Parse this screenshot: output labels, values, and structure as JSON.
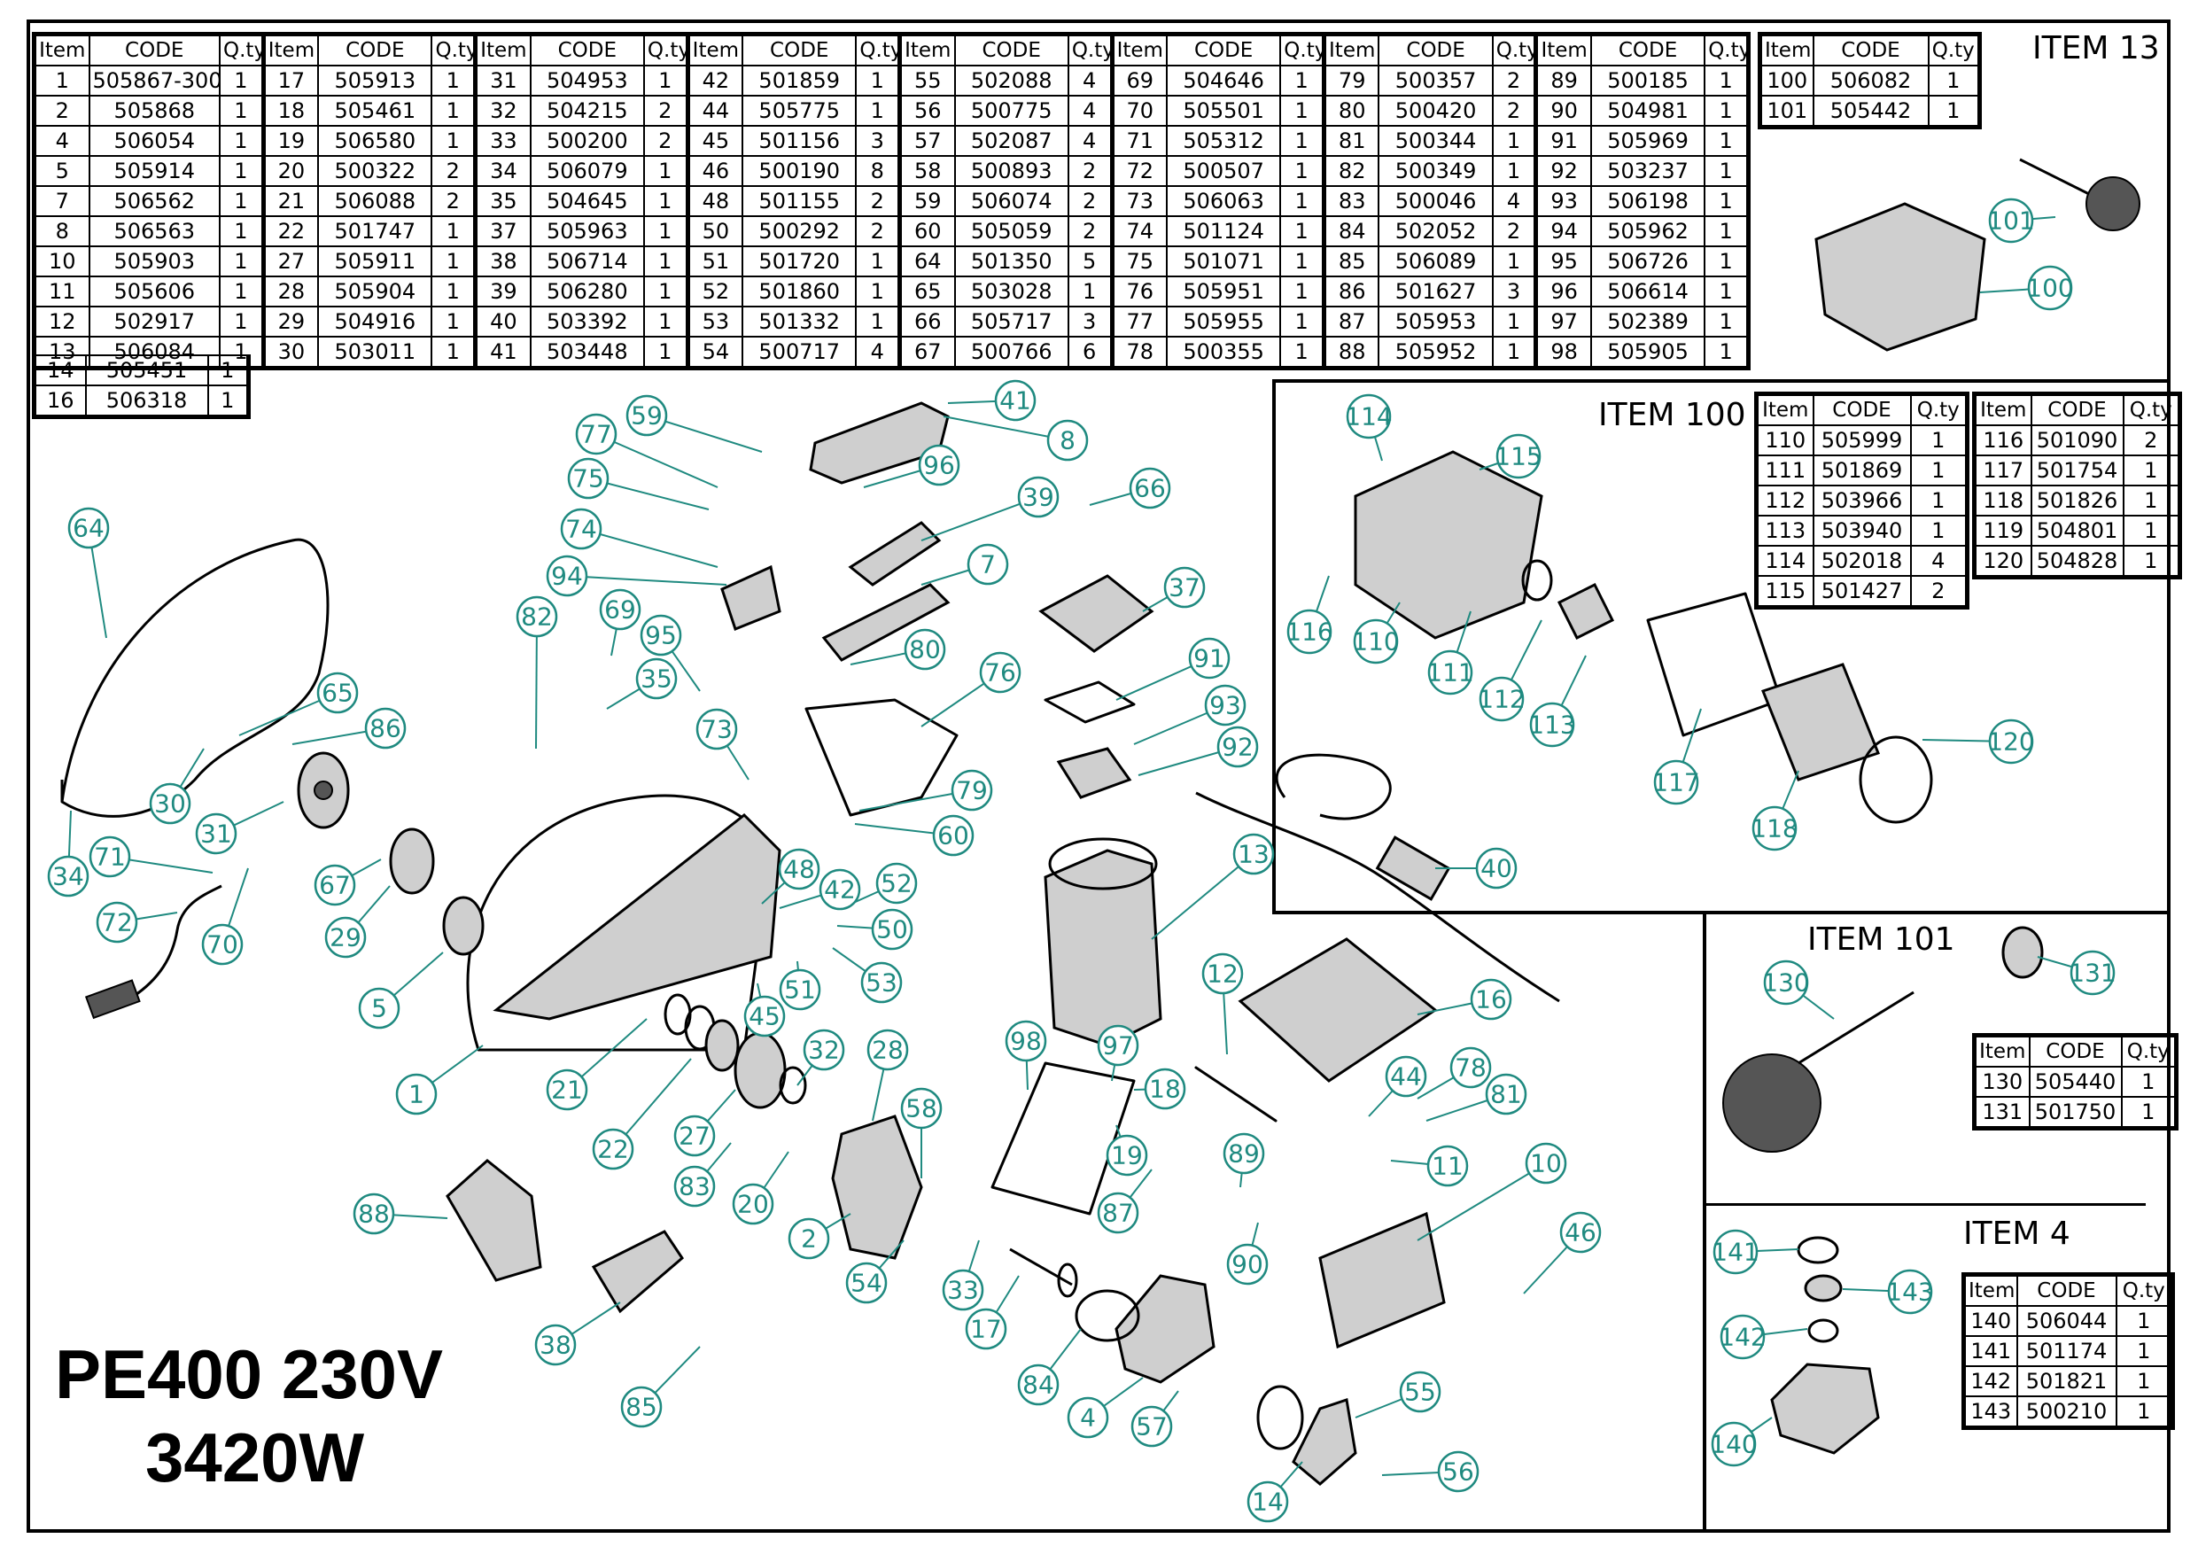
{
  "header": {
    "col_item": "Item",
    "col_code": "CODE",
    "col_qty": "Q.ty"
  },
  "main_table": {
    "groups": [
      [
        [
          "1",
          "505867-3000",
          "1"
        ],
        [
          "2",
          "505868",
          "1"
        ],
        [
          "4",
          "506054",
          "1"
        ],
        [
          "5",
          "505914",
          "1"
        ],
        [
          "7",
          "506562",
          "1"
        ],
        [
          "8",
          "506563",
          "1"
        ],
        [
          "10",
          "505903",
          "1"
        ],
        [
          "11",
          "505606",
          "1"
        ],
        [
          "12",
          "502917",
          "1"
        ],
        [
          "13",
          "506084",
          "1"
        ],
        [
          "14",
          "505451",
          "1"
        ],
        [
          "16",
          "506318",
          "1"
        ]
      ],
      [
        [
          "17",
          "505913",
          "1"
        ],
        [
          "18",
          "505461",
          "1"
        ],
        [
          "19",
          "506580",
          "1"
        ],
        [
          "20",
          "500322",
          "2"
        ],
        [
          "21",
          "506088",
          "2"
        ],
        [
          "22",
          "501747",
          "1"
        ],
        [
          "27",
          "505911",
          "1"
        ],
        [
          "28",
          "505904",
          "1"
        ],
        [
          "29",
          "504916",
          "1"
        ],
        [
          "30",
          "503011",
          "1"
        ]
      ],
      [
        [
          "31",
          "504953",
          "1"
        ],
        [
          "32",
          "504215",
          "2"
        ],
        [
          "33",
          "500200",
          "2"
        ],
        [
          "34",
          "506079",
          "1"
        ],
        [
          "35",
          "504645",
          "1"
        ],
        [
          "37",
          "505963",
          "1"
        ],
        [
          "38",
          "506714",
          "1"
        ],
        [
          "39",
          "506280",
          "1"
        ],
        [
          "40",
          "503392",
          "1"
        ],
        [
          "41",
          "503448",
          "1"
        ]
      ],
      [
        [
          "42",
          "501859",
          "1"
        ],
        [
          "44",
          "505775",
          "1"
        ],
        [
          "45",
          "501156",
          "3"
        ],
        [
          "46",
          "500190",
          "8"
        ],
        [
          "48",
          "501155",
          "2"
        ],
        [
          "50",
          "500292",
          "2"
        ],
        [
          "51",
          "501720",
          "1"
        ],
        [
          "52",
          "501860",
          "1"
        ],
        [
          "53",
          "501332",
          "1"
        ],
        [
          "54",
          "500717",
          "4"
        ]
      ],
      [
        [
          "55",
          "502088",
          "4"
        ],
        [
          "56",
          "500775",
          "4"
        ],
        [
          "57",
          "502087",
          "4"
        ],
        [
          "58",
          "500893",
          "2"
        ],
        [
          "59",
          "506074",
          "2"
        ],
        [
          "60",
          "505059",
          "2"
        ],
        [
          "64",
          "501350",
          "5"
        ],
        [
          "65",
          "503028",
          "1"
        ],
        [
          "66",
          "505717",
          "3"
        ],
        [
          "67",
          "500766",
          "6"
        ]
      ],
      [
        [
          "69",
          "504646",
          "1"
        ],
        [
          "70",
          "505501",
          "1"
        ],
        [
          "71",
          "505312",
          "1"
        ],
        [
          "72",
          "500507",
          "1"
        ],
        [
          "73",
          "506063",
          "1"
        ],
        [
          "74",
          "501124",
          "1"
        ],
        [
          "75",
          "501071",
          "1"
        ],
        [
          "76",
          "505951",
          "1"
        ],
        [
          "77",
          "505955",
          "1"
        ],
        [
          "78",
          "500355",
          "1"
        ]
      ],
      [
        [
          "79",
          "500357",
          "2"
        ],
        [
          "80",
          "500420",
          "2"
        ],
        [
          "81",
          "500344",
          "1"
        ],
        [
          "82",
          "500349",
          "1"
        ],
        [
          "83",
          "500046",
          "4"
        ],
        [
          "84",
          "502052",
          "2"
        ],
        [
          "85",
          "506089",
          "1"
        ],
        [
          "86",
          "501627",
          "3"
        ],
        [
          "87",
          "505953",
          "1"
        ],
        [
          "88",
          "505952",
          "1"
        ]
      ],
      [
        [
          "89",
          "500185",
          "1"
        ],
        [
          "90",
          "504981",
          "1"
        ],
        [
          "91",
          "505969",
          "1"
        ],
        [
          "92",
          "503237",
          "1"
        ],
        [
          "93",
          "506198",
          "1"
        ],
        [
          "94",
          "505962",
          "1"
        ],
        [
          "95",
          "506726",
          "1"
        ],
        [
          "96",
          "506614",
          "1"
        ],
        [
          "97",
          "502389",
          "1"
        ],
        [
          "98",
          "505905",
          "1"
        ]
      ]
    ]
  },
  "item13": {
    "title": "ITEM 13",
    "rows": [
      [
        "100",
        "506082",
        "1"
      ],
      [
        "101",
        "505442",
        "1"
      ]
    ]
  },
  "item100": {
    "title": "ITEM 100",
    "left": [
      [
        "110",
        "505999",
        "1"
      ],
      [
        "111",
        "501869",
        "1"
      ],
      [
        "112",
        "503966",
        "1"
      ],
      [
        "113",
        "503940",
        "1"
      ],
      [
        "114",
        "502018",
        "4"
      ],
      [
        "115",
        "501427",
        "2"
      ]
    ],
    "right": [
      [
        "116",
        "501090",
        "2"
      ],
      [
        "117",
        "501754",
        "1"
      ],
      [
        "118",
        "501826",
        "1"
      ],
      [
        "119",
        "504801",
        "1"
      ],
      [
        "120",
        "504828",
        "1"
      ]
    ]
  },
  "item101": {
    "title": "ITEM 101",
    "rows": [
      [
        "130",
        "505440",
        "1"
      ],
      [
        "131",
        "501750",
        "1"
      ]
    ]
  },
  "item4": {
    "title": "ITEM 4",
    "rows": [
      [
        "140",
        "506044",
        "1"
      ],
      [
        "141",
        "501174",
        "1"
      ],
      [
        "142",
        "501821",
        "1"
      ],
      [
        "143",
        "500210",
        "1"
      ]
    ]
  },
  "model": {
    "line1": "PE400 230V",
    "line2": "3420W"
  },
  "callouts": [
    "1",
    "2",
    "4",
    "5",
    "7",
    "8",
    "10",
    "11",
    "12",
    "13",
    "14",
    "16",
    "17",
    "18",
    "19",
    "20",
    "21",
    "22",
    "27",
    "28",
    "29",
    "30",
    "31",
    "32",
    "33",
    "34",
    "35",
    "37",
    "38",
    "39",
    "40",
    "41",
    "42",
    "44",
    "45",
    "46",
    "48",
    "50",
    "51",
    "52",
    "53",
    "54",
    "55",
    "56",
    "57",
    "58",
    "59",
    "60",
    "64",
    "65",
    "66",
    "67",
    "69",
    "70",
    "71",
    "72",
    "73",
    "74",
    "75",
    "76",
    "77",
    "78",
    "79",
    "80",
    "81",
    "82",
    "83",
    "84",
    "85",
    "86",
    "87",
    "88",
    "89",
    "90",
    "91",
    "92",
    "93",
    "94",
    "95",
    "96",
    "97",
    "98",
    "100",
    "101",
    "110",
    "111",
    "112",
    "113",
    "114",
    "115",
    "116",
    "117",
    "118",
    "120",
    "130",
    "131",
    "140",
    "141",
    "142",
    "143"
  ],
  "colors": {
    "callout": "#1f8a80",
    "line": "#000000"
  }
}
